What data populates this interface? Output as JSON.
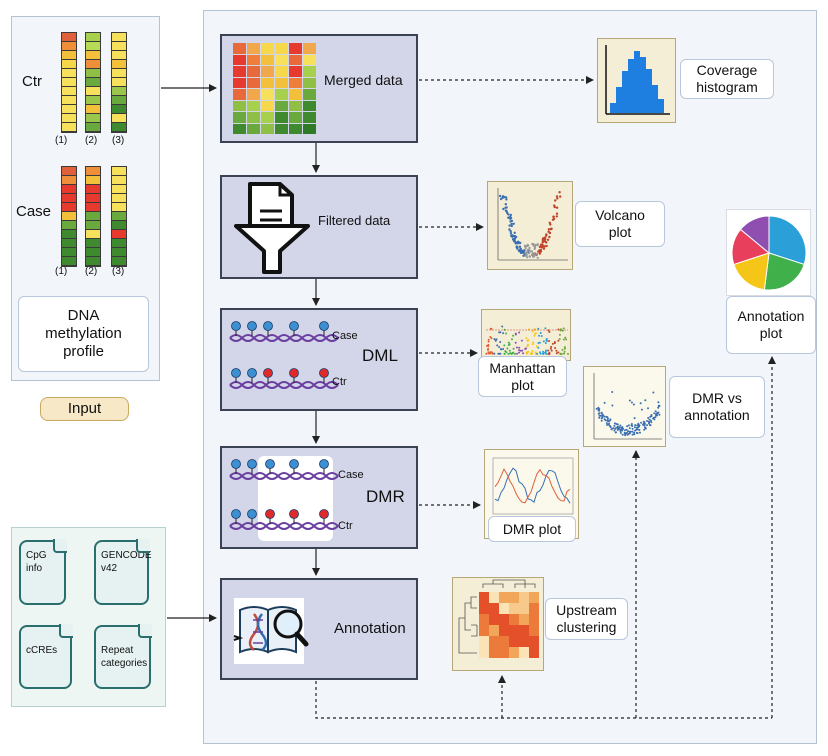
{
  "input_panel": {
    "ctr_label": "Ctr",
    "case_label": "Case",
    "sample_labels": [
      "(1)",
      "(2)",
      "(3)"
    ],
    "profile_label": "DNA\nmethylation\nprofile",
    "button_label": "Input"
  },
  "ctr_columns": [
    [
      "#e0603b",
      "#ef8f3a",
      "#f2c03a",
      "#f5d84a",
      "#f6e05c",
      "#f6e05c",
      "#f6e05c",
      "#f6e05c",
      "#f6e05c",
      "#f6e05c",
      "#f6e05c"
    ],
    [
      "#a7d04d",
      "#b8db55",
      "#f2c03a",
      "#ef8f3a",
      "#8fc045",
      "#6aa93d",
      "#f6e05c",
      "#9ac64b",
      "#f2c03a",
      "#9ac64b",
      "#6aa93d"
    ],
    [
      "#f6e05c",
      "#f6e05c",
      "#f6e05c",
      "#f2c03a",
      "#f6e05c",
      "#f6e05c",
      "#9ac64b",
      "#6aa93d",
      "#3f8a2e",
      "#f6e05c",
      "#3f8a2e"
    ]
  ],
  "case_columns": [
    [
      "#e0603b",
      "#ef8f3a",
      "#e63a2e",
      "#e63a2e",
      "#e63a2e",
      "#f2c03a",
      "#6aa93d",
      "#3f8a2e",
      "#3f8a2e",
      "#3f8a2e",
      "#3f8a2e"
    ],
    [
      "#ef8f3a",
      "#f2c03a",
      "#e63a2e",
      "#e63a2e",
      "#e63a2e",
      "#6aa93d",
      "#6aa93d",
      "#f6e05c",
      "#3f8a2e",
      "#3f8a2e",
      "#3f8a2e"
    ],
    [
      "#f6e05c",
      "#f6e05c",
      "#f6e05c",
      "#f6e05c",
      "#f6e05c",
      "#6aa93d",
      "#3f8a2e",
      "#e63a2e",
      "#3f8a2e",
      "#3f8a2e",
      "#3f8a2e"
    ]
  ],
  "heatmap_cells": [
    [
      "#e86a3a",
      "#f0a84a",
      "#f6d84a",
      "#f6d84a",
      "#e63a2e",
      "#f0a84a"
    ],
    [
      "#e63a2e",
      "#ee7e3a",
      "#f2c03a",
      "#f6e05c",
      "#e86a3a",
      "#f6e05c"
    ],
    [
      "#e63a2e",
      "#e86a3a",
      "#f0a84a",
      "#f6d84a",
      "#e63a2e",
      "#a7d04d"
    ],
    [
      "#e63a2e",
      "#e86a3a",
      "#f2c03a",
      "#f2c03a",
      "#ee7e3a",
      "#8fc045"
    ],
    [
      "#e86a3a",
      "#f0a84a",
      "#f6e05c",
      "#a7d04d",
      "#f2c03a",
      "#6aa93d"
    ],
    [
      "#8fc045",
      "#a7d04d",
      "#f6d84a",
      "#6aa93d",
      "#8fc045",
      "#3f8a2e"
    ],
    [
      "#6aa93d",
      "#8fc045",
      "#a7d04d",
      "#3f8a2e",
      "#6aa93d",
      "#3f8a2e"
    ],
    [
      "#3f8a2e",
      "#6aa93d",
      "#8fc045",
      "#3f8a2e",
      "#3f8a2e",
      "#2e7a26"
    ]
  ],
  "steps": {
    "merged": "Merged data",
    "filtered": "Filtered data",
    "dml": "DML",
    "dmr": "DMR",
    "annotation": "Annotation",
    "case": "Case",
    "ctr": "Ctr"
  },
  "outputs": {
    "coverage": "Coverage\nhistogram",
    "volcano": "Volcano\nplot",
    "manhattan": "Manhattan\nplot",
    "dmr_plot": "DMR plot",
    "dmr_vs": "DMR vs\nannotation",
    "upstream": "Upstream\nclustering",
    "annotation_plot": "Annotation\nplot"
  },
  "resources": {
    "cpg": "CpG info",
    "gencode": "GENCODE\nv42",
    "ccres": "cCREs",
    "repeat": "Repeat\ncategories"
  },
  "colors": {
    "step_fill": "#d3d5e9",
    "step_border": "#3a4253",
    "panel_fill": "#f2f6fa",
    "panel_border": "#b3c3d4",
    "input_button": "#f7e8c8",
    "dot_methylated": "#e02a2a",
    "dot_unmethylated": "#3c8fd0",
    "dna_strand": "#6a3fa0",
    "doc_border": "#2a6f6d",
    "pie": [
      "#2a9fd8",
      "#3fb04a",
      "#f5c518",
      "#e8405c",
      "#8e4fb0"
    ]
  }
}
